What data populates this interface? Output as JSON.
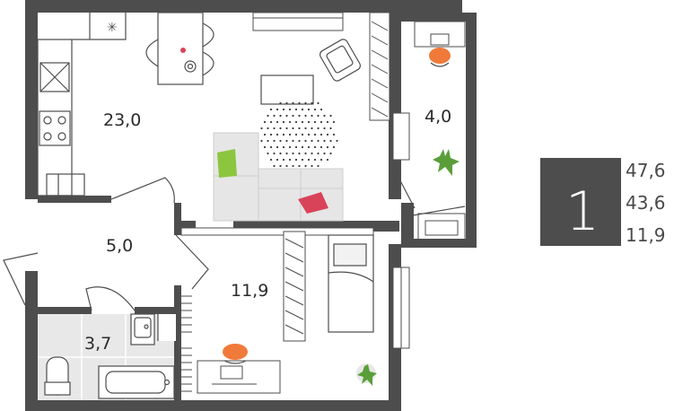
{
  "rooms": {
    "living_kitchen": "23,0",
    "balcony": "4,0",
    "hallway": "5,0",
    "bedroom": "11,9",
    "bathroom": "3,7"
  },
  "summary": {
    "rooms_count": "1",
    "total_area": "47,6",
    "living_area": "43,6",
    "room_area": "11,9"
  },
  "colors": {
    "wall": "#4d4d4d",
    "sofa": "#e6e6e6",
    "pillow_green": "#8cc63f",
    "pillow_red": "#d9435a",
    "chair_orange": "#f07a3a",
    "plant_green": "#5a9e3a",
    "badge": "#4d4d4d",
    "bath_tile": "#e6e6e6"
  }
}
